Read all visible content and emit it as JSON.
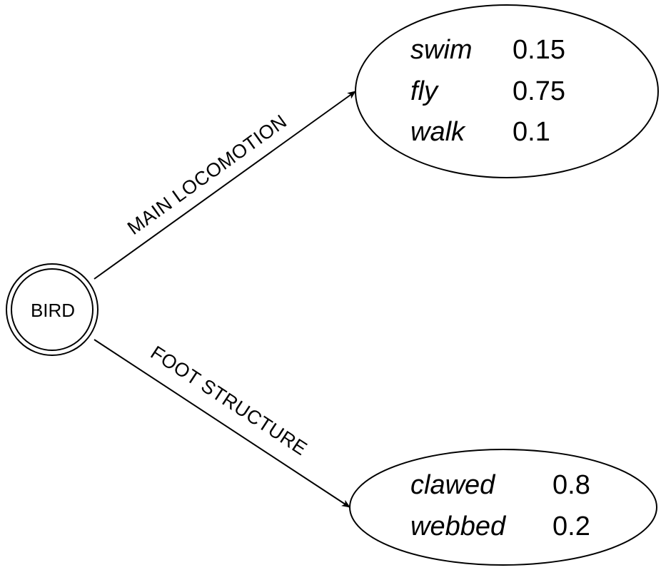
{
  "root": {
    "label": "BIRD"
  },
  "edges": [
    {
      "label": "MAIN LOCOMOTION",
      "values": [
        {
          "name": "swim",
          "prob": "0.15"
        },
        {
          "name": "fly",
          "prob": "0.75"
        },
        {
          "name": "walk",
          "prob": "0.1"
        }
      ]
    },
    {
      "label": "FOOT STRUCTURE",
      "values": [
        {
          "name": "clawed",
          "prob": "0.8"
        },
        {
          "name": "webbed",
          "prob": "0.2"
        }
      ]
    }
  ]
}
